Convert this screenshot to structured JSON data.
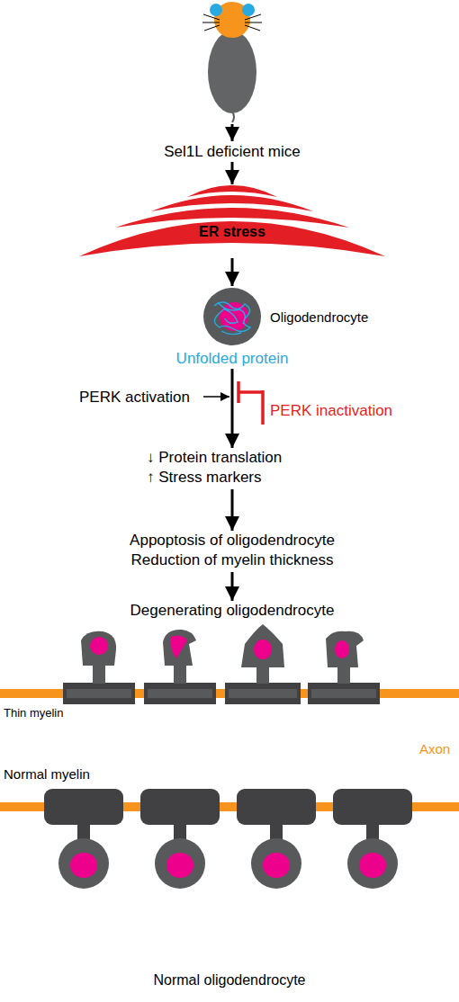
{
  "diagram": {
    "nodes": [
      {
        "text": [
          "Sel1L deficient mice"
        ]
      },
      {
        "text": [
          "ER stress"
        ]
      },
      {
        "text": [
          "Oligodendrocyte",
          "Unfolded protein"
        ]
      },
      {
        "text": [
          "↓ Protein translation",
          "↑ Stress markers"
        ]
      },
      {
        "text": [
          "Appoptosis of oligodendrocyte",
          "Reduction of myelin thickness"
        ]
      },
      {
        "text": [
          "Degenerating oligodendrocyte"
        ]
      }
    ],
    "edges": [
      {
        "from": 0,
        "to": 1,
        "arrow": "to"
      },
      {
        "from": 1,
        "to": 2,
        "arrow": "to"
      },
      {
        "from": 2,
        "to": 3,
        "arrow": "to"
      },
      {
        "from": 3,
        "to": 4,
        "arrow": "to"
      },
      {
        "from": 4,
        "to": 5,
        "arrow": "to"
      }
    ],
    "labels": [
      "PERK activation",
      "PERK inactivation",
      "Thin myelin",
      "Axon",
      "Normal myelin",
      "Normal oligodendrocyte"
    ]
  }
}
